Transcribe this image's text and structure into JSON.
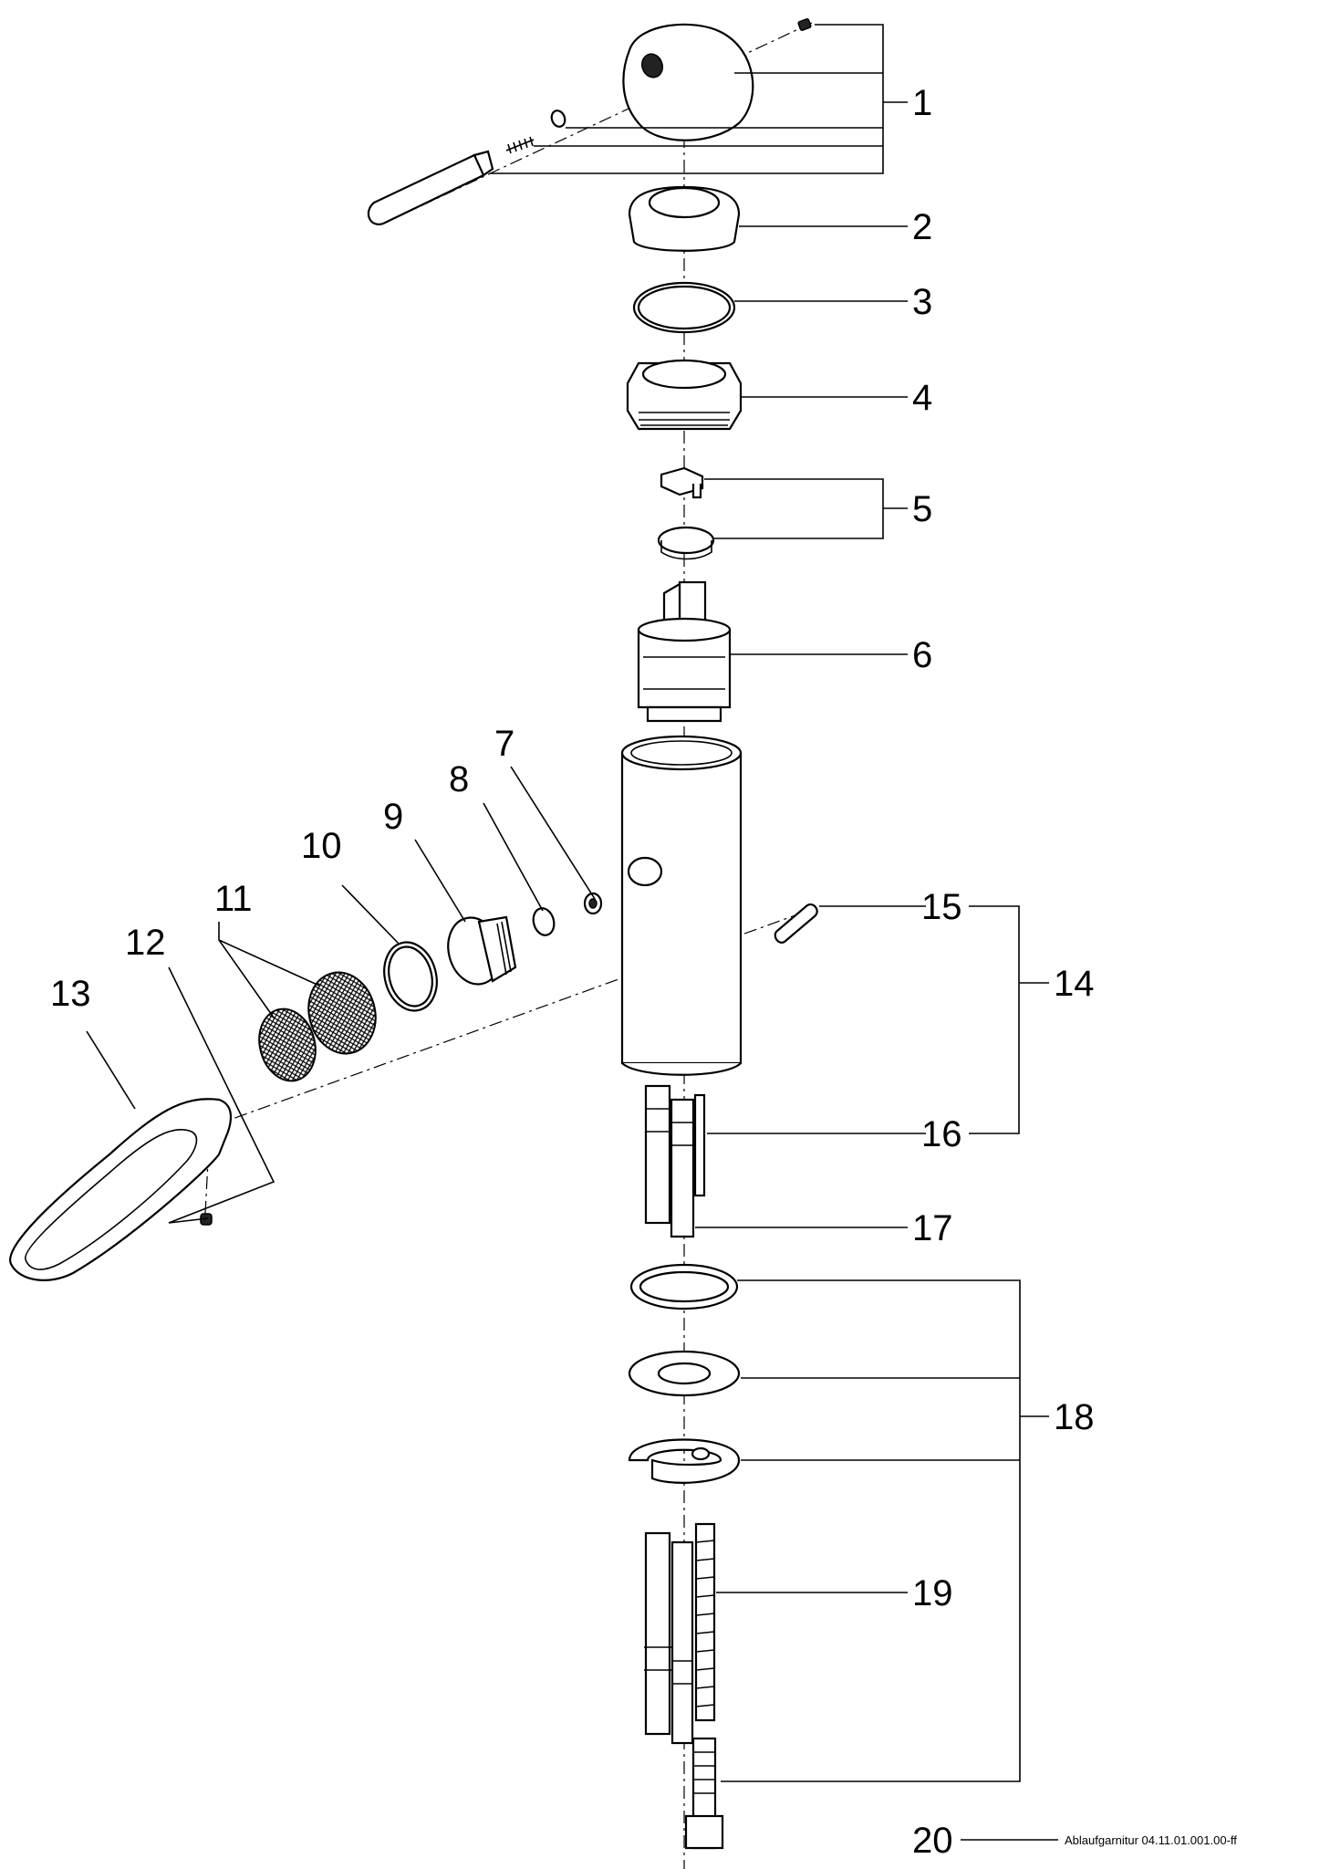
{
  "diagram": {
    "callouts": [
      "1",
      "2",
      "3",
      "4",
      "5",
      "6",
      "7",
      "8",
      "9",
      "10",
      "11",
      "12",
      "13",
      "14",
      "15",
      "16",
      "17",
      "18",
      "19",
      "20"
    ],
    "note": "Ablaufgarnitur 04.11.01.001.00-ff",
    "colors": {
      "line": "#000000",
      "background": "#ffffff"
    }
  }
}
